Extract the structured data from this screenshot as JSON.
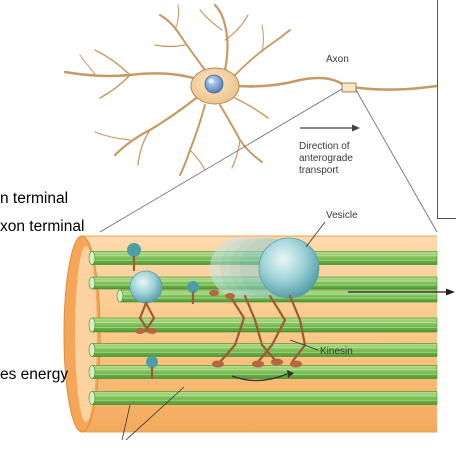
{
  "labels": {
    "axon": "Axon",
    "direction_line1": "Direction of",
    "direction_line2": "anterograde",
    "direction_line3": "transport",
    "vesicle": "Vesicle",
    "kinesin": "Kinesin"
  },
  "side_text": {
    "line1": "n terminal",
    "line2": "xon terminal",
    "line3": "es energy"
  },
  "colors": {
    "neuron_body": "#f2d6a8",
    "neuron_outline": "#b98a55",
    "nucleus": "#6f93c9",
    "axon_tube": "#f5a862",
    "tube_interior": "#fbd3a2",
    "microtubule": "#7fc15a",
    "vesicle": "#88c9cf",
    "kinesin": "#b5683f"
  }
}
